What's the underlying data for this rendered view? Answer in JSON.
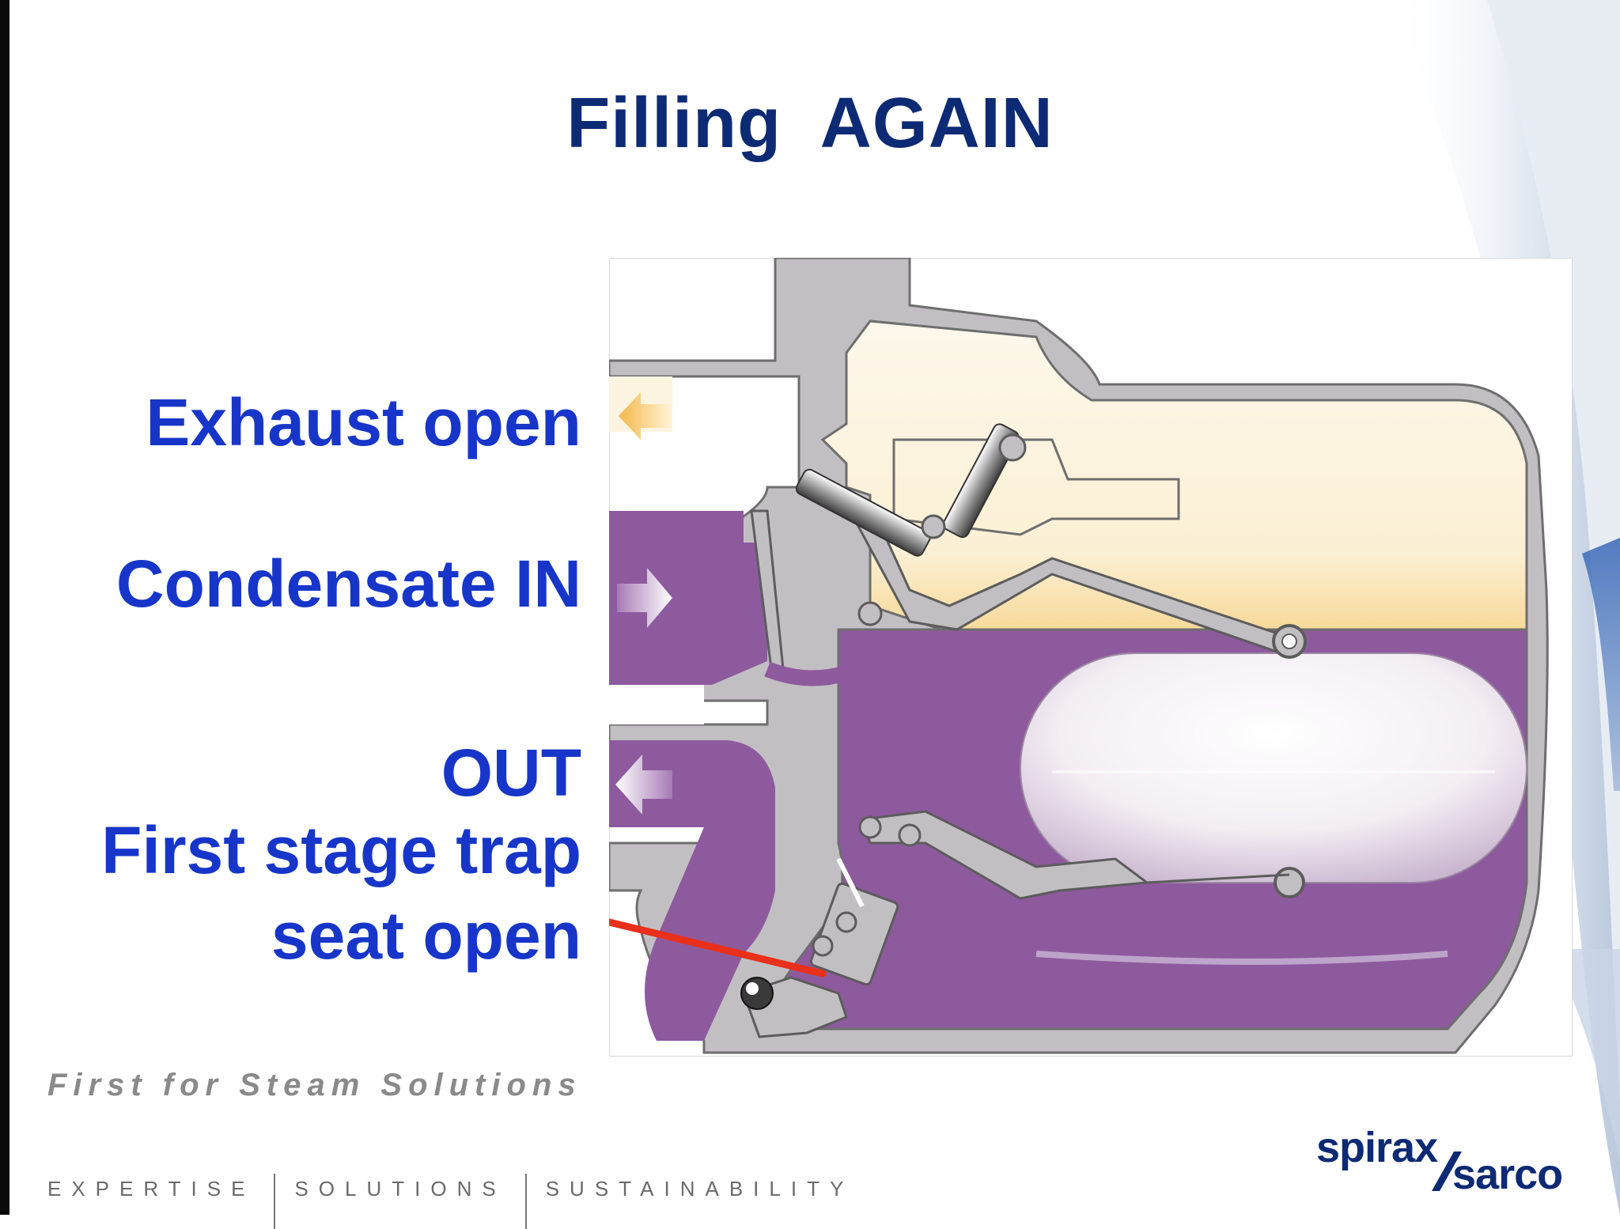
{
  "slide": {
    "title": "Filling  AGAIN"
  },
  "labels": {
    "exhaust": "Exhaust open",
    "condensate": "Condensate IN",
    "out": "OUT",
    "trap_line1": "First stage trap",
    "trap_line2": "seat open"
  },
  "footer": {
    "tagline": "First for Steam Solutions",
    "words": [
      "EXPERTISE",
      "SOLUTIONS",
      "SUSTAINABILITY"
    ]
  },
  "logo": {
    "part1": "spirax",
    "part2": "sarco"
  },
  "colors": {
    "title": "#0d2a74",
    "labels": "#1736c9",
    "condensate": "#8e5a9e",
    "steam": "#fbf4e0",
    "body_grey": "#c2bfc2",
    "pointer": "#e8301a"
  },
  "icons": [
    "exhaust-arrow-icon",
    "condensate-in-arrow-icon",
    "out-arrow-icon",
    "down-arrow-icon",
    "red-pointer-icon",
    "float-ball-icon"
  ]
}
